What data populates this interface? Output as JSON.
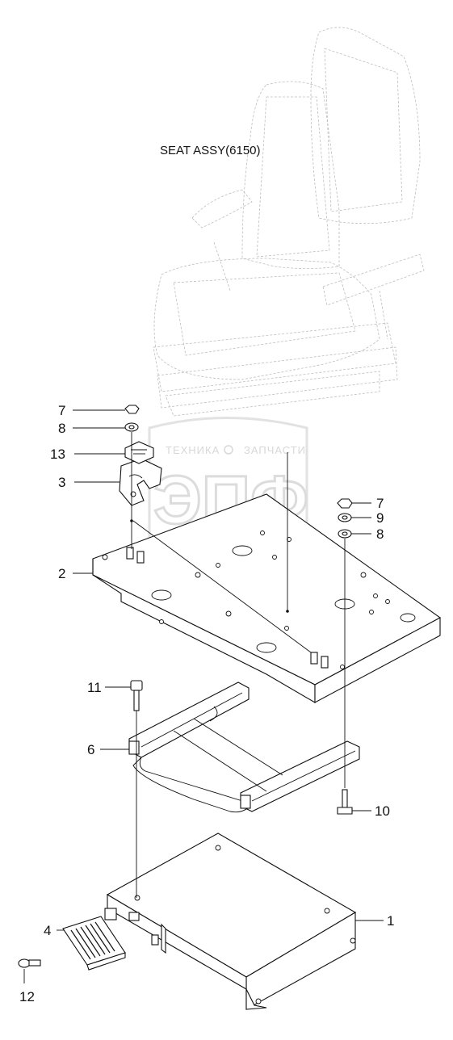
{
  "assembly": {
    "title": "SEAT ASSY(6150)"
  },
  "watermark": {
    "line_left": "ТЕХНИКА",
    "line_right": "ЗАПЧАСТИ",
    "logo": "ЭПФ"
  },
  "callouts": [
    {
      "id": "c7a",
      "label": "7"
    },
    {
      "id": "c8a",
      "label": "8"
    },
    {
      "id": "c13",
      "label": "13"
    },
    {
      "id": "c3",
      "label": "3"
    },
    {
      "id": "c2",
      "label": "2"
    },
    {
      "id": "c7b",
      "label": "7"
    },
    {
      "id": "c9",
      "label": "9"
    },
    {
      "id": "c8b",
      "label": "8"
    },
    {
      "id": "c11",
      "label": "11"
    },
    {
      "id": "c6",
      "label": "6"
    },
    {
      "id": "c10",
      "label": "10"
    },
    {
      "id": "c4",
      "label": "4"
    },
    {
      "id": "c1",
      "label": "1"
    },
    {
      "id": "c12",
      "label": "12"
    }
  ]
}
